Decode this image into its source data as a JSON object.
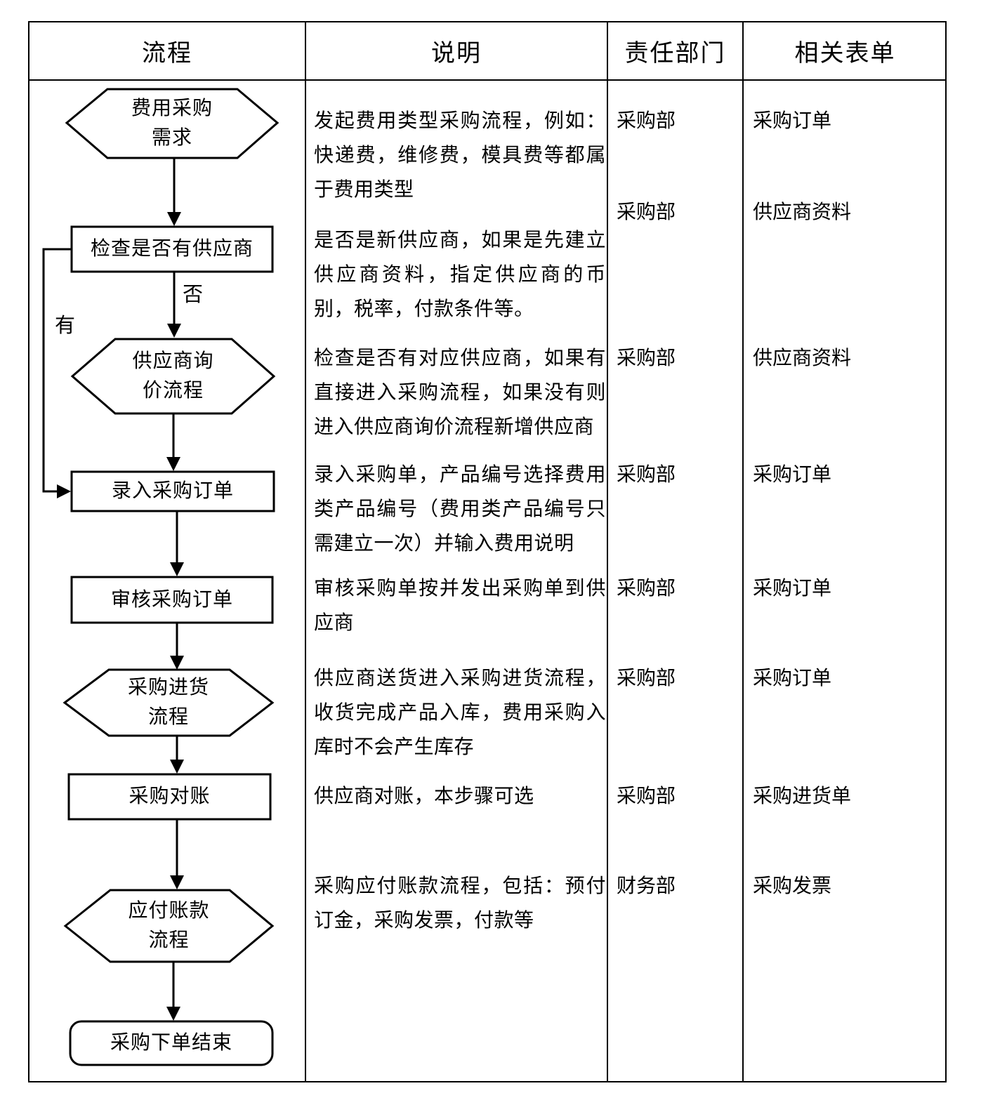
{
  "colors": {
    "ink": "#000000",
    "background": "#ffffff"
  },
  "header": {
    "columns": [
      "流程",
      "说明",
      "责任部门",
      "相关表单"
    ]
  },
  "flowchart": {
    "nodes": [
      {
        "shape": "hexagon",
        "label": "费用采购\n需求"
      },
      {
        "shape": "rect",
        "label": "检查是否有供应商"
      },
      {
        "shape": "hexagon",
        "label": "供应商询\n价流程"
      },
      {
        "shape": "rect",
        "label": "录入采购订单"
      },
      {
        "shape": "rect",
        "label": "审核采购订单"
      },
      {
        "shape": "hexagon",
        "label": "采购进货\n流程"
      },
      {
        "shape": "rect",
        "label": "采购对账"
      },
      {
        "shape": "hexagon",
        "label": "应付账款\n流程"
      },
      {
        "shape": "roundrect",
        "label": "采购下单结束"
      }
    ],
    "edge_labels": {
      "no": "否",
      "yes": "有"
    }
  },
  "rows": [
    {
      "description": "发起费用类型采购流程，例如：快递费，维修费，模具费等都属于费用类型",
      "department": "采购部",
      "form": "采购订单"
    },
    {
      "description": "是否是新供应商，如果是先建立供应商资料，指定供应商的币别，税率，付款条件等。",
      "department": "采购部",
      "form": "供应商资料"
    },
    {
      "description": "检查是否有对应供应商，如果有直接进入采购流程，如果没有则进入供应商询价流程新增供应商",
      "department": "采购部",
      "form": "供应商资料"
    },
    {
      "description": "录入采购单，产品编号选择费用类产品编号（费用类产品编号只需建立一次）并输入费用说明",
      "department": "采购部",
      "form": "采购订单"
    },
    {
      "description": "审核采购单按并发出采购单到供应商",
      "department": "采购部",
      "form": "采购订单"
    },
    {
      "description": "供应商送货进入采购进货流程，收货完成产品入库，费用采购入库时不会产生库存",
      "department": "采购部",
      "form": "采购订单"
    },
    {
      "description": "供应商对账，本步骤可选",
      "department": "采购部",
      "form": "采购进货单"
    },
    {
      "description": "采购应付账款流程，包括：预付订金，采购发票，付款等",
      "department": "财务部",
      "form": "采购发票"
    }
  ]
}
